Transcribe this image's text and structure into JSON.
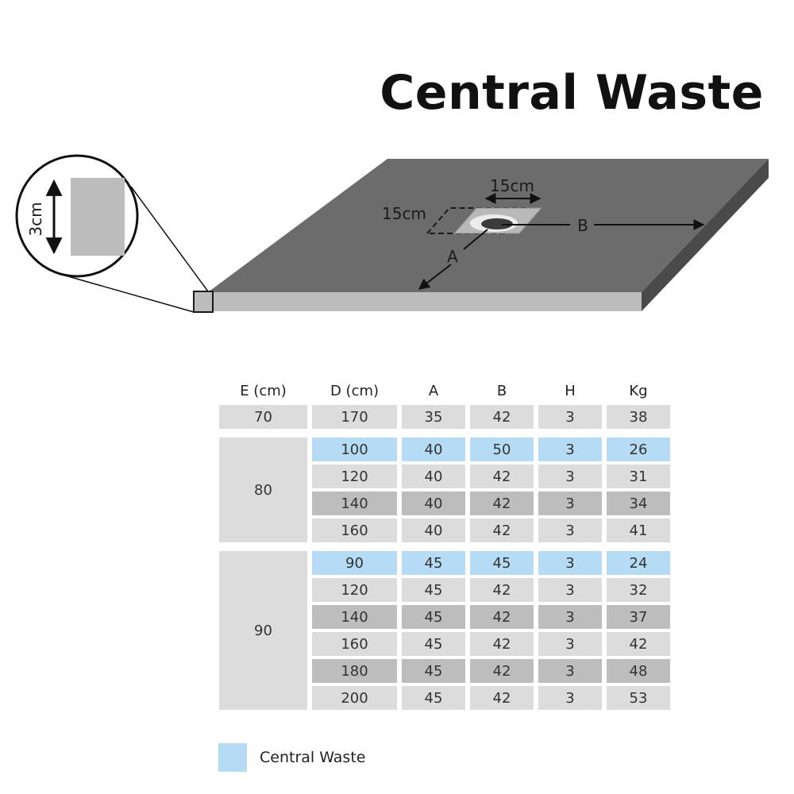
{
  "title": "Central Waste",
  "diagram": {
    "height_label": "3cm",
    "waste_width_label": "15cm",
    "waste_depth_label": "15cm",
    "dimension_a_label": "A",
    "dimension_b_label": "B",
    "tray_top_color": "#6c6c6c",
    "tray_edge_color": "#bcbcbc"
  },
  "table": {
    "headers": [
      "E (cm)",
      "D (cm)",
      "A",
      "B",
      "H",
      "Kg"
    ],
    "groups": [
      {
        "e": "70",
        "rows": [
          {
            "d": "170",
            "a": "35",
            "b": "42",
            "h": "3",
            "kg": "38",
            "style": "light"
          }
        ]
      },
      {
        "e": "80",
        "rows": [
          {
            "d": "100",
            "a": "40",
            "b": "50",
            "h": "3",
            "kg": "26",
            "style": "blue"
          },
          {
            "d": "120",
            "a": "40",
            "b": "42",
            "h": "3",
            "kg": "31",
            "style": "light"
          },
          {
            "d": "140",
            "a": "40",
            "b": "42",
            "h": "3",
            "kg": "34",
            "style": "dark"
          },
          {
            "d": "160",
            "a": "40",
            "b": "42",
            "h": "3",
            "kg": "41",
            "style": "light"
          }
        ]
      },
      {
        "e": "90",
        "rows": [
          {
            "d": "90",
            "a": "45",
            "b": "45",
            "h": "3",
            "kg": "24",
            "style": "blue"
          },
          {
            "d": "120",
            "a": "45",
            "b": "42",
            "h": "3",
            "kg": "32",
            "style": "light"
          },
          {
            "d": "140",
            "a": "45",
            "b": "42",
            "h": "3",
            "kg": "37",
            "style": "dark"
          },
          {
            "d": "160",
            "a": "45",
            "b": "42",
            "h": "3",
            "kg": "42",
            "style": "light"
          },
          {
            "d": "180",
            "a": "45",
            "b": "42",
            "h": "3",
            "kg": "48",
            "style": "dark"
          },
          {
            "d": "200",
            "a": "45",
            "b": "42",
            "h": "3",
            "kg": "53",
            "style": "light"
          }
        ]
      }
    ]
  },
  "legend": {
    "label": "Central Waste",
    "color": "#b5dcf4"
  }
}
